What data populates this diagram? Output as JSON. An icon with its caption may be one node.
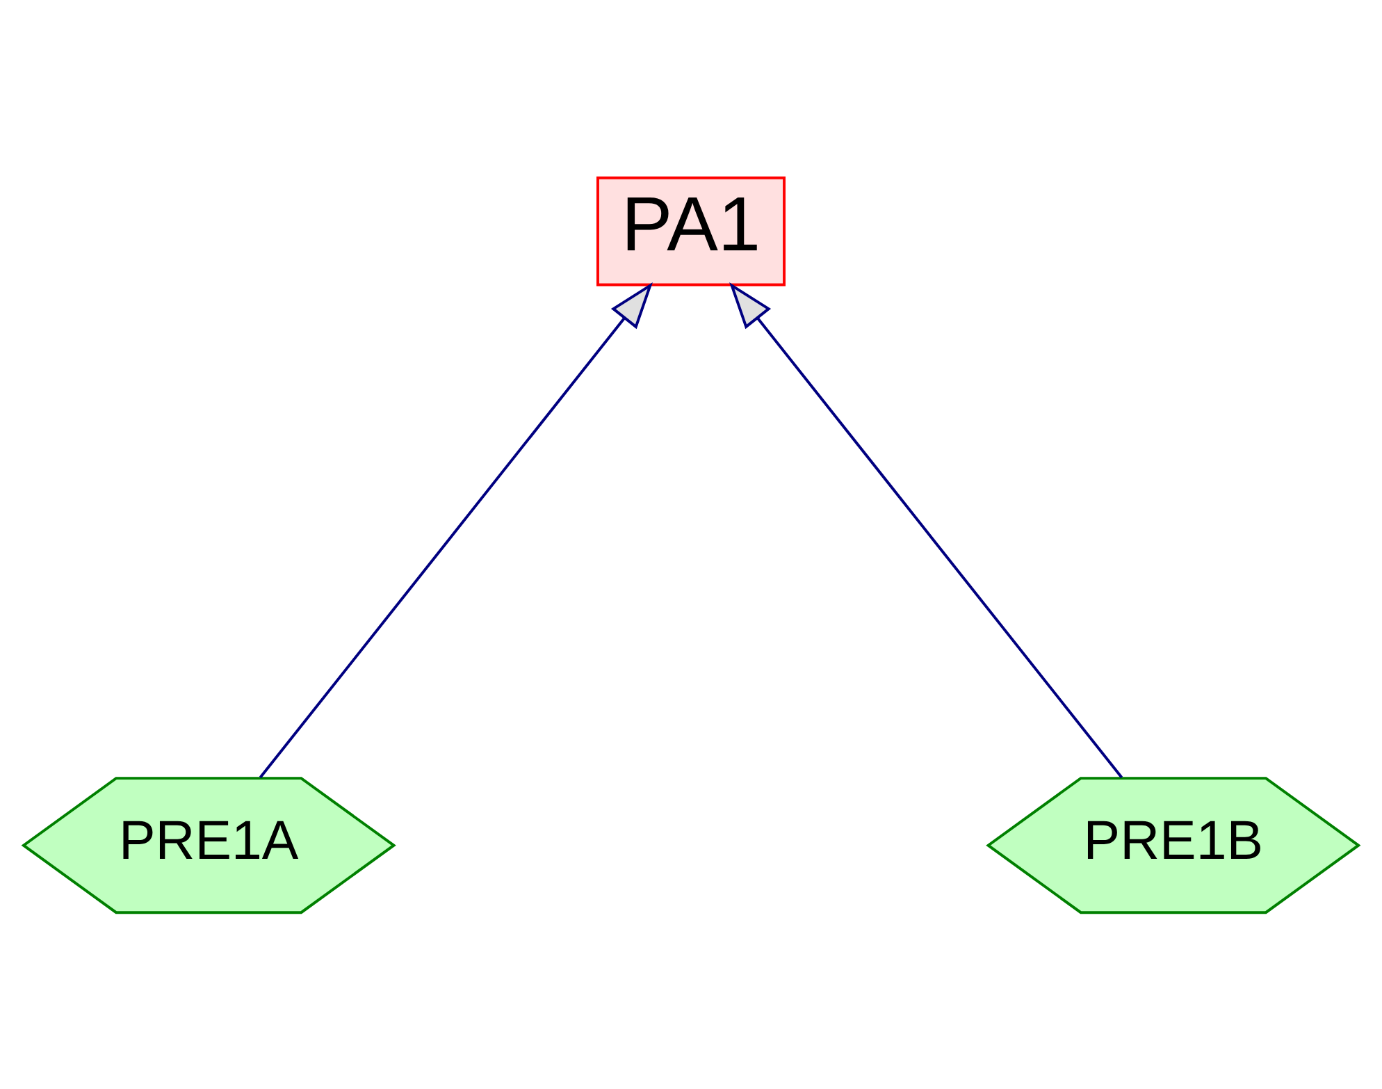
{
  "diagram": {
    "nodes": [
      {
        "text": [
          "PA1"
        ]
      },
      {
        "text": [
          "PRE1A"
        ]
      },
      {
        "text": [
          "PRE1B"
        ]
      }
    ],
    "edges": [
      {
        "from": 1,
        "to": 0,
        "arrow": "to"
      },
      {
        "from": 2,
        "to": 0,
        "arrow": "to"
      }
    ]
  }
}
